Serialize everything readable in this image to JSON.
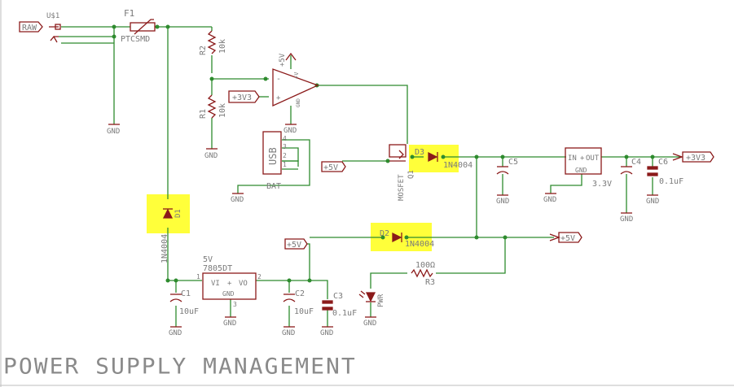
{
  "title": "POWER SUPPLY MANAGEMENT",
  "colors": {
    "wire": "#2e8b2e",
    "part": "#8b1a1a",
    "text": "#7a7a7a",
    "highlight": "#ffff3a",
    "border": "#bdbdbd"
  },
  "labels": {
    "raw": "RAW",
    "jack": "U$1",
    "fuse": "F1",
    "fuse_part": "PTCSMD",
    "gnd": "GND",
    "r2": "R2",
    "r2_val": "10k",
    "r1": "R1",
    "r1_val": "10k",
    "v3_in": "+3V3",
    "v5_top": "+5V",
    "v5_side": "+5V",
    "opamp_v": "+V",
    "opamp_gnd": "GND",
    "usb": "USB",
    "bat": "BAT",
    "p4": "4",
    "p3": "3",
    "p2": "2",
    "p1": "1",
    "usb_v5": "+5V",
    "mosfet": "MOSFET",
    "q1": "Q1",
    "d3": "D3",
    "d3_val": "1N4004",
    "c5": "C5",
    "reg_in": "IN",
    "reg_out": "OUT",
    "reg_gnd": "GND",
    "reg_val": "3.3V",
    "c4": "C4",
    "c6": "C6",
    "c6_val": "0.1uF",
    "v3_out": "+3V3",
    "d1": "D1",
    "d1_val": "1N4004",
    "d2": "D2",
    "d2_val": "1N4004",
    "v5_d2": "+5V",
    "v5_out": "+5V",
    "r3_val": "100Ω",
    "r3": "R3",
    "pwr": "PWR",
    "reg5_val": "5V",
    "reg5_part": "7805DT",
    "vi": "VI",
    "vo": "VO",
    "reg5_gnd": "GND",
    "pin1": "1",
    "pin2": "2",
    "pin3": "3",
    "c1": "C1",
    "c1_val": "10uF",
    "c2": "C2",
    "c2_val": "10uF",
    "c3": "C3",
    "c3_val": "0.1uF"
  }
}
